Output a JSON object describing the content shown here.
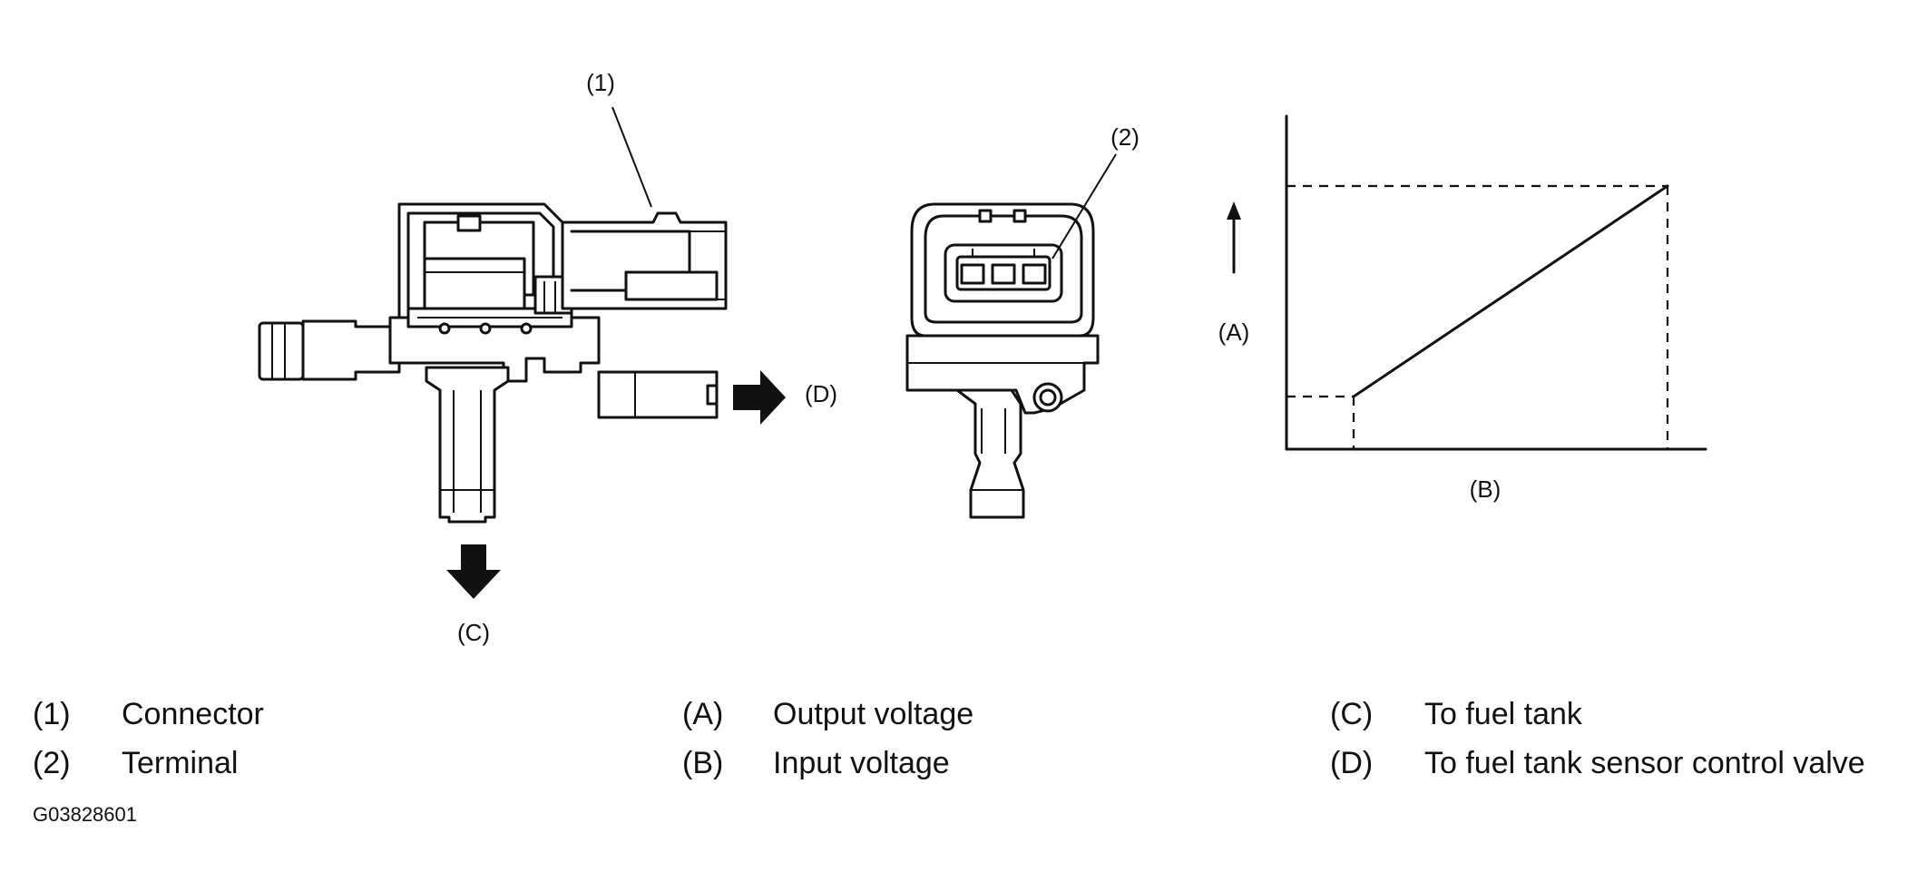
{
  "callouts": {
    "connector": "(1)",
    "terminal": "(2)",
    "output_voltage": "(A)",
    "input_voltage": "(B)",
    "to_fuel_tank": "(C)",
    "to_control_valve": "(D)"
  },
  "legend": [
    {
      "code": "(1)",
      "text": "Connector"
    },
    {
      "code": "(2)",
      "text": "Terminal"
    },
    {
      "code": "(A)",
      "text": "Output voltage"
    },
    {
      "code": "(B)",
      "text": "Input voltage"
    },
    {
      "code": "(C)",
      "text": "To fuel tank"
    },
    {
      "code": "(D)",
      "text": "To fuel tank sensor control valve"
    }
  ],
  "figure_id": "G03828601"
}
